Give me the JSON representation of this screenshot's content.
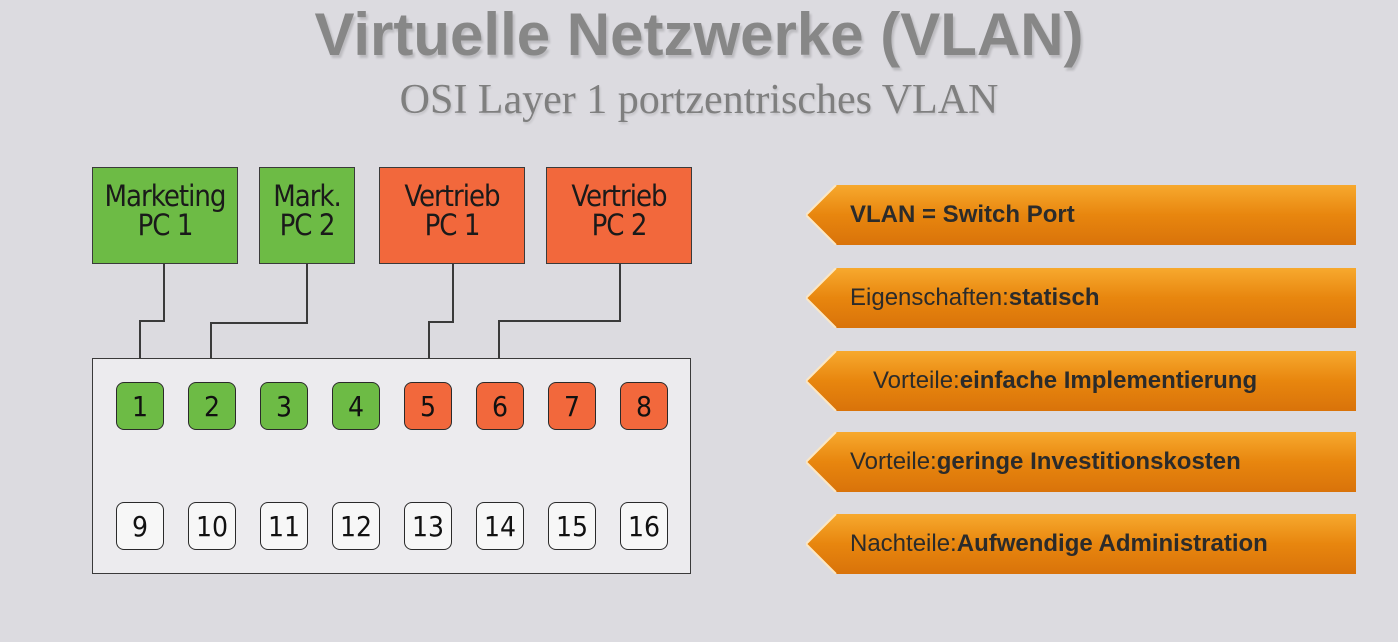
{
  "title": "Virtuelle Netzwerke (VLAN)",
  "subtitle": "OSI Layer 1 portzentrisches VLAN",
  "colors": {
    "green": "#6dbb45",
    "red": "#f2683c",
    "orange": "#e8860e"
  },
  "pcs": [
    {
      "line1": "Marketing",
      "line2": "PC 1",
      "color": "green"
    },
    {
      "line1": "Mark.",
      "line2": "PC 2",
      "color": "green"
    },
    {
      "line1": "Vertrieb",
      "line2": "PC 1",
      "color": "red"
    },
    {
      "line1": "Vertrieb",
      "line2": "PC 2",
      "color": "red"
    }
  ],
  "ports_top": [
    "1",
    "2",
    "3",
    "4",
    "5",
    "6",
    "7",
    "8"
  ],
  "ports_bottom": [
    "9",
    "10",
    "11",
    "12",
    "13",
    "14",
    "15",
    "16"
  ],
  "tags": [
    {
      "prefix": "",
      "bold": "VLAN = Switch Port"
    },
    {
      "prefix": "Eigenschaften: ",
      "bold": "statisch"
    },
    {
      "prefix": "Vorteile: ",
      "bold": "einfache Implementierung"
    },
    {
      "prefix": "Vorteile: ",
      "bold": "geringe Investitionskosten"
    },
    {
      "prefix": "Nachteile: ",
      "bold": "Aufwendige Administration"
    }
  ]
}
